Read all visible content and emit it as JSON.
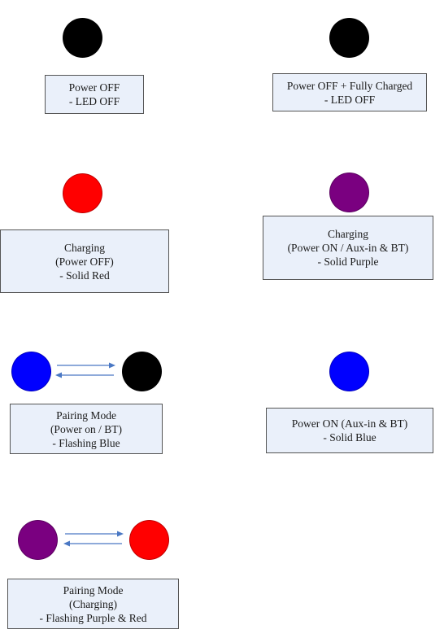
{
  "colors": {
    "off": "#000000",
    "red": "#ff0000",
    "purple": "#7a0080",
    "blue": "#0000ff",
    "arrow": "#4a78c4"
  },
  "states": [
    {
      "lines": [
        "Power OFF",
        "- LED OFF"
      ],
      "leds": [
        "off"
      ]
    },
    {
      "lines": [
        "Power OFF + Fully Charged",
        "- LED OFF"
      ],
      "leds": [
        "off"
      ]
    },
    {
      "lines": [
        "Charging",
        "(Power OFF)",
        "- Solid Red"
      ],
      "leds": [
        "red"
      ]
    },
    {
      "lines": [
        "Charging",
        "(Power ON / Aux-in & BT)",
        "- Solid Purple"
      ],
      "leds": [
        "purple"
      ]
    },
    {
      "lines": [
        "Pairing Mode",
        "(Power on / BT)",
        "- Flashing Blue"
      ],
      "leds": [
        "blue",
        "off"
      ]
    },
    {
      "lines": [
        "Power ON (Aux-in & BT)",
        "- Solid Blue"
      ],
      "leds": [
        "blue"
      ]
    },
    {
      "lines": [
        "Pairing Mode",
        "(Charging)",
        "- Flashing Purple & Red"
      ],
      "leds": [
        "purple",
        "red"
      ]
    }
  ]
}
